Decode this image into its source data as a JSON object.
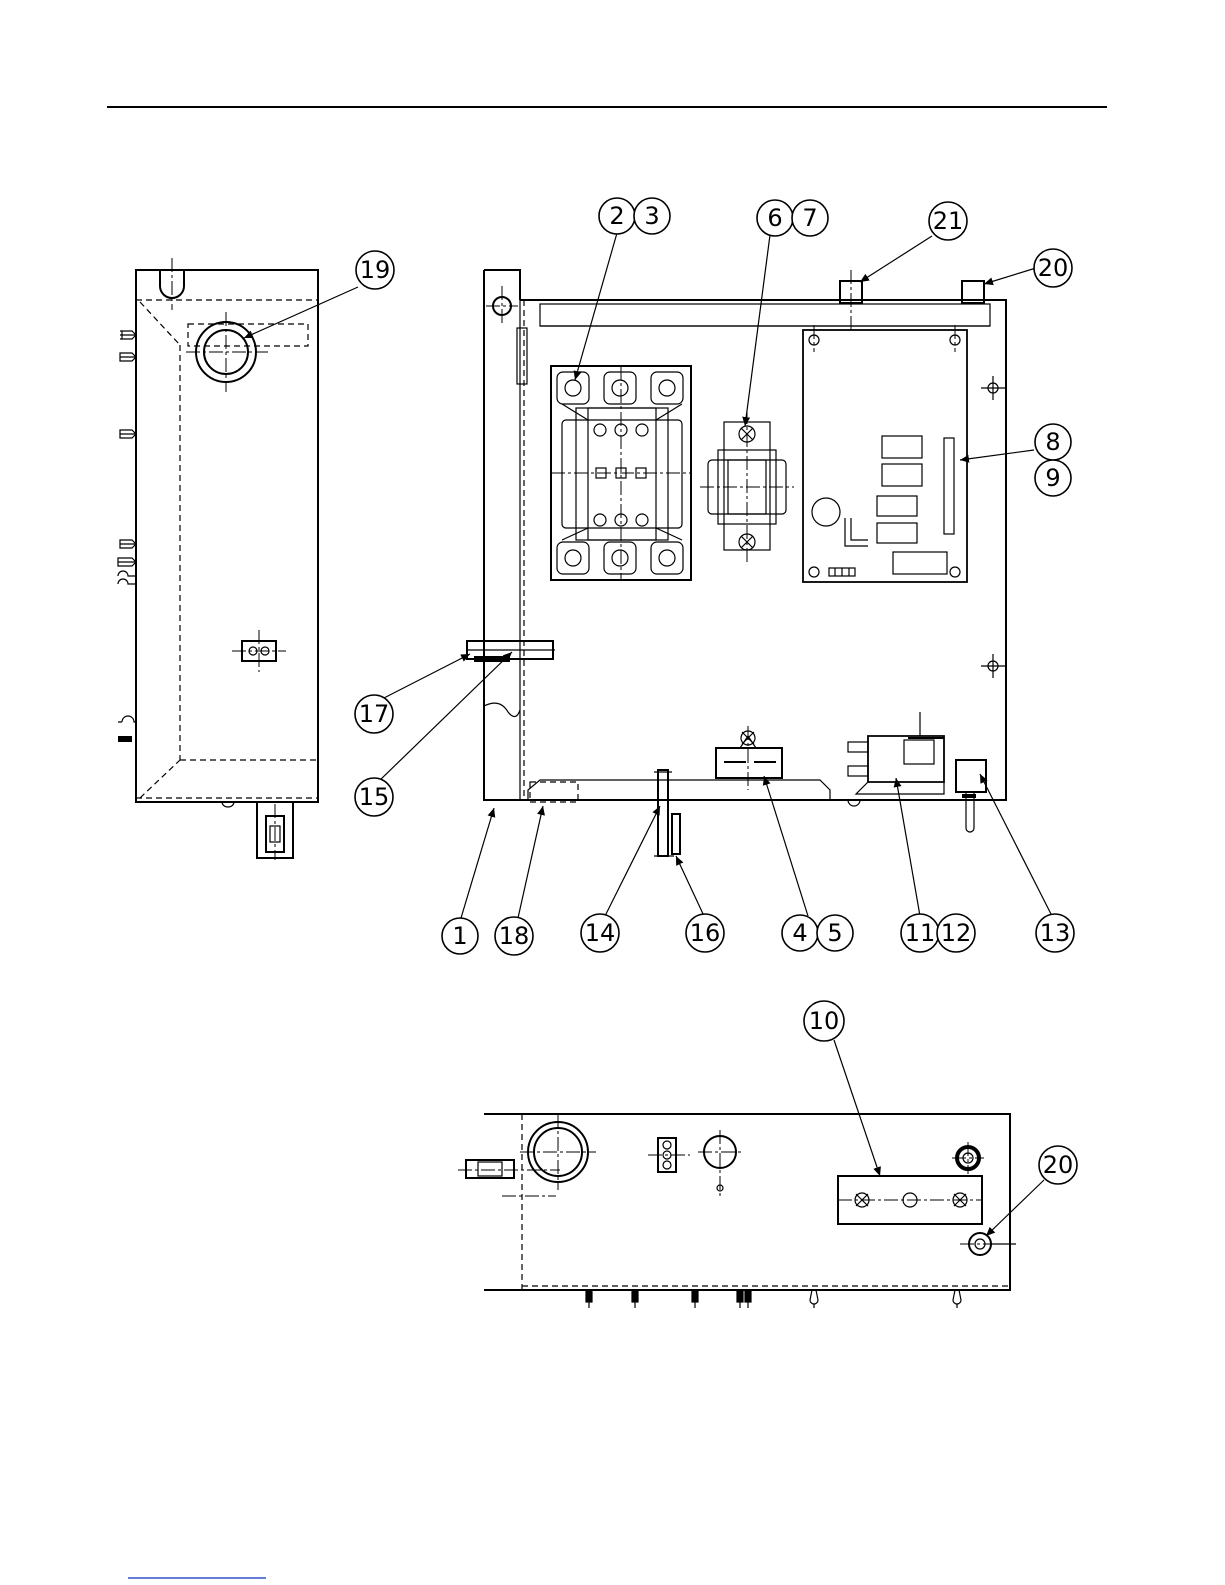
{
  "drawing": {
    "border_color": "#000000",
    "footer_rule_color": "#3050c8"
  },
  "callouts": {
    "c1": "1",
    "c2": "2",
    "c3": "3",
    "c4": "4",
    "c5": "5",
    "c6": "6",
    "c7": "7",
    "c8": "8",
    "c9": "9",
    "c10": "10",
    "c11": "11",
    "c12": "12",
    "c13": "13",
    "c14": "14",
    "c15": "15",
    "c16": "16",
    "c17": "17",
    "c18": "18",
    "c19": "19",
    "c20a": "20",
    "c20b": "20",
    "c21": "21"
  }
}
